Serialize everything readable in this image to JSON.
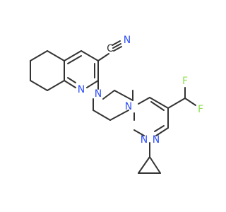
{
  "molecule": {
    "atom_labels": {
      "n_quinoline": "N",
      "c_nitrile": "C",
      "n_nitrile": "N",
      "n_piperazine_left": "N",
      "n_piperazine_right": "N",
      "n_pyrimidine_top": "N",
      "n_pyrimidine_bottom": "N",
      "f_left": "F",
      "f_right": "F"
    },
    "colors": {
      "bond": "#333333",
      "nitrogen": "#3050f8",
      "fluorine": "#90e050",
      "carbon": "#333333"
    }
  }
}
